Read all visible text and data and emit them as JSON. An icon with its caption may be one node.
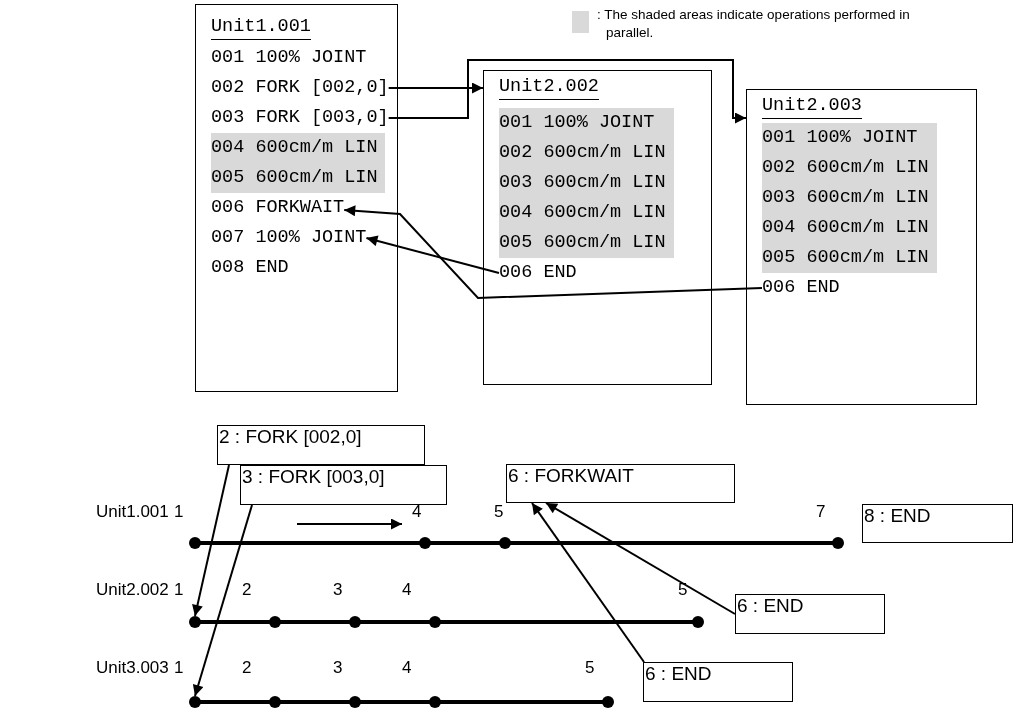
{
  "diagram": {
    "nodes": [
      {
        "text": [
          "Unit1.001"
        ]
      },
      {
        "text": [
          "001 100% JOINT"
        ],
        "in": 0
      },
      {
        "text": [
          "002 FORK [002,0]"
        ],
        "in": 0
      },
      {
        "text": [
          "003 FORK [003,0]"
        ],
        "in": 0
      },
      {
        "text": [
          "004 600cm/m LIN"
        ],
        "in": 0
      },
      {
        "text": [
          "005 600cm/m LIN"
        ],
        "in": 0
      },
      {
        "text": [
          "006 FORKWAIT"
        ],
        "in": 0
      },
      {
        "text": [
          "007 100% JOINT"
        ],
        "in": 0
      },
      {
        "text": [
          "008 END"
        ],
        "in": 0
      },
      {
        "text": [
          "Unit2.002"
        ]
      },
      {
        "text": [
          "001 100% JOINT"
        ],
        "in": 9
      },
      {
        "text": [
          "002 600cm/m LIN"
        ],
        "in": 9
      },
      {
        "text": [
          "003 600cm/m LIN"
        ],
        "in": 9
      },
      {
        "text": [
          "004 600cm/m LIN"
        ],
        "in": 9
      },
      {
        "text": [
          "005 600cm/m LIN"
        ],
        "in": 9
      },
      {
        "text": [
          "006 END"
        ],
        "in": 9
      },
      {
        "text": [
          "Unit2.003"
        ]
      },
      {
        "text": [
          "001 100% JOINT"
        ],
        "in": 16
      },
      {
        "text": [
          "002 600cm/m LIN"
        ],
        "in": 16
      },
      {
        "text": [
          "003 600cm/m LIN"
        ],
        "in": 16
      },
      {
        "text": [
          "004 600cm/m LIN"
        ],
        "in": 16
      },
      {
        "text": [
          "005 600cm/m LIN"
        ],
        "in": 16
      },
      {
        "text": [
          "006 END"
        ],
        "in": 16
      },
      {
        "text": [
          "2 : FORK [002,0]"
        ]
      },
      {
        "text": [
          "3 : FORK [003,0]"
        ]
      },
      {
        "text": [
          "6 : FORKWAIT"
        ]
      },
      {
        "text": [
          "8 : END"
        ]
      },
      {
        "text": [
          "6 : END"
        ]
      },
      {
        "text": [
          "6 : END"
        ]
      },
      {
        "text": [],
        "shape": "circle"
      },
      {
        "text": [],
        "shape": "circle"
      }
    ],
    "edges": [
      {
        "from": 2,
        "to": 9,
        "arrow": "to"
      },
      {
        "from": 3,
        "to": 16,
        "arrow": "to"
      },
      {
        "from": 15,
        "to": 7,
        "arrow": "to"
      },
      {
        "from": 22,
        "to": 6,
        "arrow": "to"
      },
      {
        "from": 23,
        "to": 29,
        "arrow": "to"
      },
      {
        "from": 24,
        "to": 30,
        "arrow": "to"
      },
      {
        "from": 27,
        "to": 25,
        "arrow": "to"
      },
      {
        "from": 28,
        "to": 25,
        "arrow": "to"
      }
    ],
    "labels": [
      "Unit1.001",
      "1",
      "4",
      "5",
      "7",
      "Unit2.002",
      "1",
      "2",
      "3",
      "4",
      "5",
      "Unit3.003",
      "1",
      "2",
      "3",
      "4",
      "5"
    ],
    "legend": [
      {
        "text": ": The shaded areas indicate operations performed in parallel.",
        "color": "#d9d9d9"
      }
    ]
  }
}
